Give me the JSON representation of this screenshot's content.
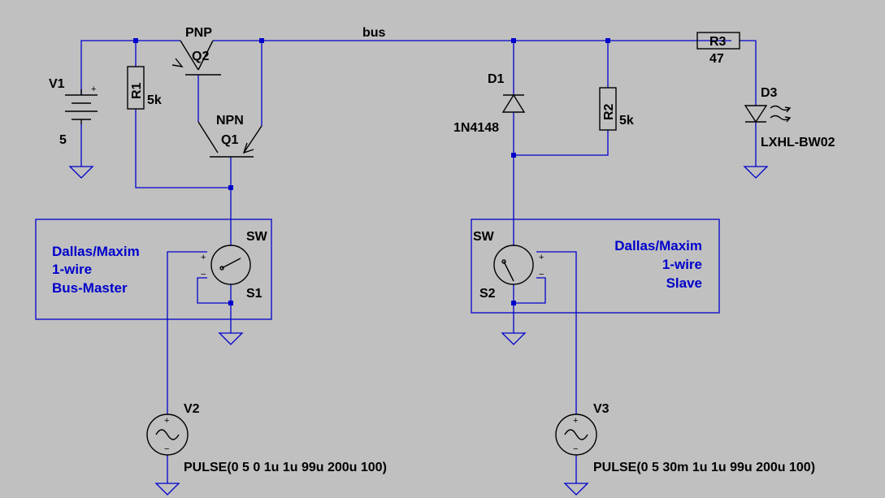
{
  "net_labels": {
    "bus": "bus"
  },
  "parts": {
    "v1": {
      "name": "V1",
      "value": "5"
    },
    "r1": {
      "name": "R1",
      "value": "5k"
    },
    "q2": {
      "name": "Q2",
      "type": "PNP"
    },
    "q1": {
      "name": "Q1",
      "type": "NPN"
    },
    "d1": {
      "name": "D1",
      "value": "1N4148"
    },
    "r2": {
      "name": "R2",
      "value": "5k"
    },
    "r3": {
      "name": "R3",
      "value": "47"
    },
    "d3": {
      "name": "D3",
      "value": "LXHL-BW02"
    },
    "s1": {
      "name": "S1",
      "value": "SW"
    },
    "s2": {
      "name": "S2",
      "value": "SW"
    },
    "v2": {
      "name": "V2",
      "value": "PULSE(0 5 0 1u 1u 99u 200u 100)"
    },
    "v3": {
      "name": "V3",
      "value": "PULSE(0 5 30m 1u 1u 99u 200u 100)"
    }
  },
  "notes": {
    "master": [
      "Dallas/Maxim",
      "1-wire",
      "Bus-Master"
    ],
    "slave": [
      "Dallas/Maxim",
      "1-wire",
      "Slave"
    ]
  },
  "colors": {
    "background": "#c0c0c0",
    "wire": "#0000cc",
    "component": "#000000",
    "note": "#0000cc"
  }
}
